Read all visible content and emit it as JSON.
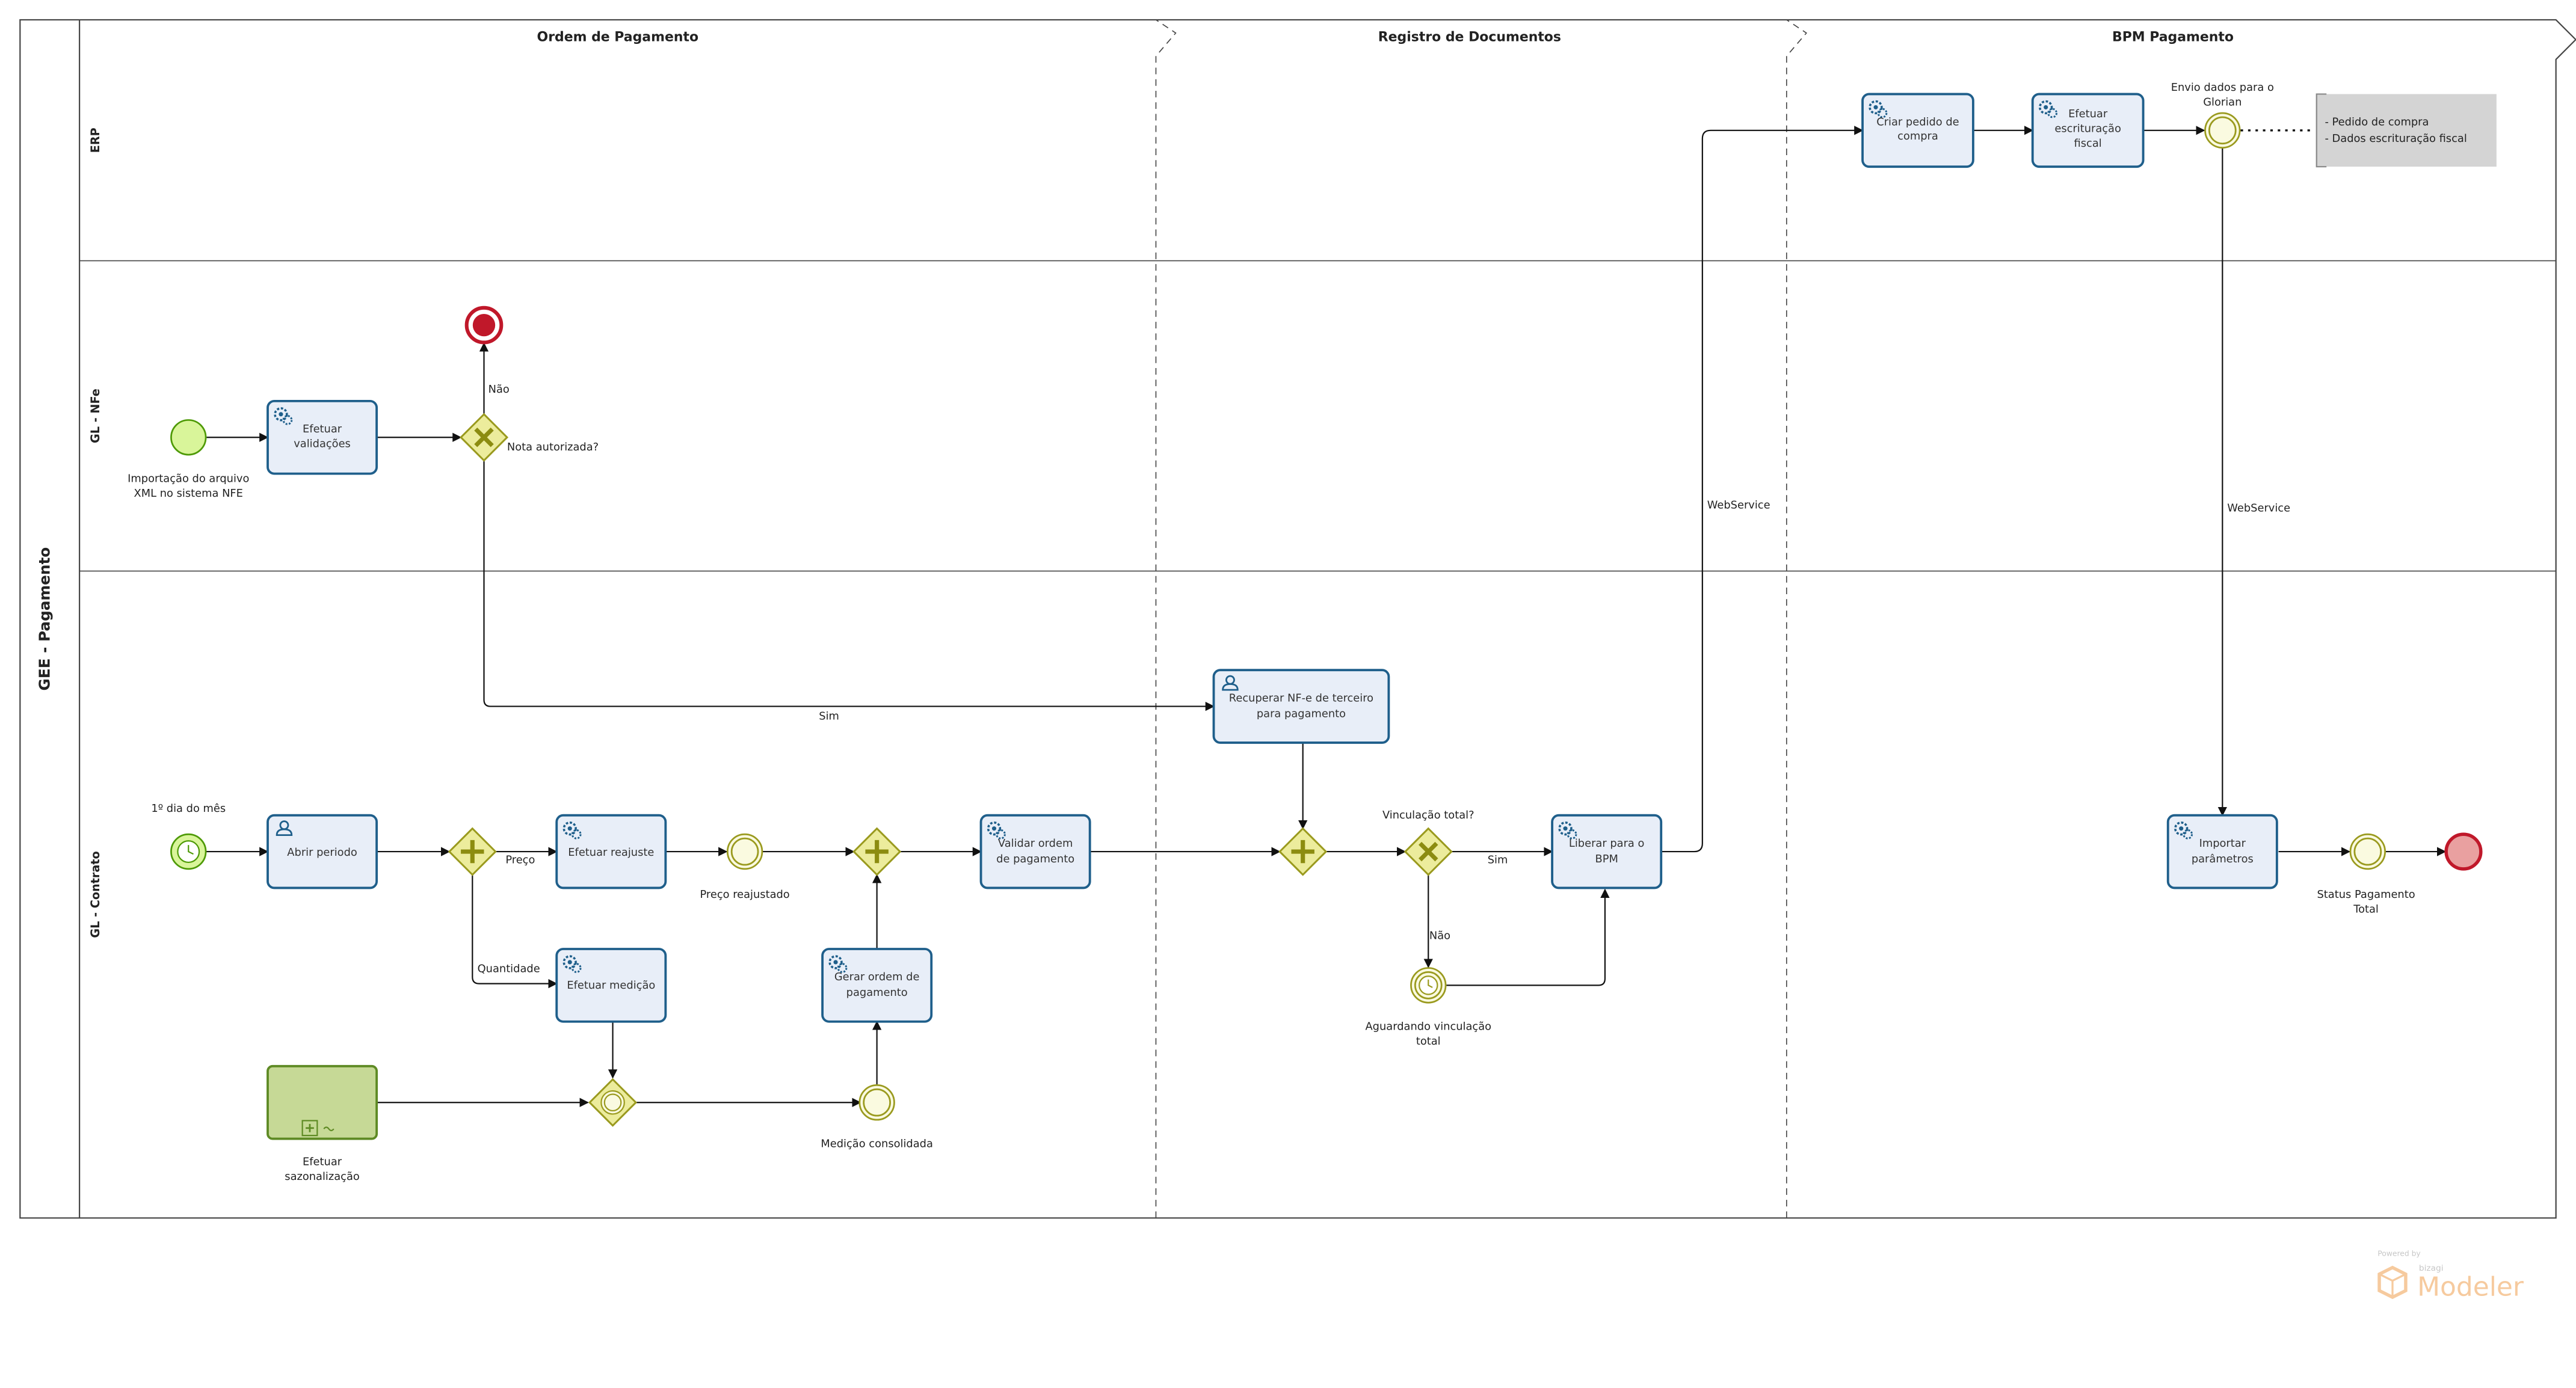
{
  "colors": {
    "task_fill": "#e8eef8",
    "task_stroke": "#1f5f8b",
    "gateway_fill": "#ecec9c",
    "gateway_stroke": "#9a9a1e",
    "gateway_mark": "#8c8c10",
    "start_fill": "#d9f59a",
    "start_stroke": "#4e9a06",
    "end_fill": "#e9a0a0",
    "end_stroke": "#c0182a",
    "terminate_fill": "#c0182a",
    "intermediate_fill": "#fafae0",
    "intermediate_stroke": "#9a9a1e",
    "subprocess_fill": "#c6d996",
    "subprocess_stroke": "#5e8a24",
    "artifact_fill": "#d4d4d4",
    "pool_stroke": "#444444"
  },
  "pool": {
    "name": "GEE - Pagamento"
  },
  "lanes": [
    "ERP",
    "GL - NFe",
    "GL - Contrato"
  ],
  "phases": [
    "Ordem de Pagamento",
    "Registro de Documentos",
    "BPM Pagamento"
  ],
  "tasks": {
    "t_criar": {
      "line1": "Criar pedido de",
      "line2": "compra",
      "line3": "",
      "icon": "gears-icon"
    },
    "t_escrit": {
      "line1": "Efetuar",
      "line2": "escrituração",
      "line3": "fiscal",
      "icon": "gears-icon"
    },
    "t_valid": {
      "line1": "Efetuar",
      "line2": "validações",
      "line3": "",
      "icon": "gears-icon"
    },
    "t_recup": {
      "line1": "Recuperar NF-e de terceiro",
      "line2": "para pagamento",
      "line3": "",
      "icon": "user-icon"
    },
    "t_abrir": {
      "line1": "Abrir periodo",
      "line2": "",
      "line3": "",
      "icon": "user-icon"
    },
    "t_reaj": {
      "line1": "Efetuar reajuste",
      "line2": "",
      "line3": "",
      "icon": "gears-icon"
    },
    "t_medic": {
      "line1": "Efetuar medição",
      "line2": "",
      "line3": "",
      "icon": "gears-icon"
    },
    "t_gerar": {
      "line1": "Gerar ordem de",
      "line2": "pagamento",
      "line3": "",
      "icon": "gears-icon"
    },
    "t_validord": {
      "line1": "Validar ordem",
      "line2": "de pagamento",
      "line3": "",
      "icon": "gears-icon"
    },
    "t_liberar": {
      "line1": "Liberar para o",
      "line2": "BPM",
      "line3": "",
      "icon": "gears-icon"
    },
    "t_import": {
      "line1": "Importar",
      "line2": "parâmetros",
      "line3": "",
      "icon": "gears-icon"
    }
  },
  "subprocess": {
    "line1": "Efetuar",
    "line2": "sazonalização"
  },
  "events": {
    "start_nfe": {
      "line1": "Importação do arquivo",
      "line2": "XML no sistema NFE"
    },
    "start_timer": {
      "line1": "1º dia do mês",
      "line2": ""
    },
    "end_terminate": {
      "line1": "",
      "line2": ""
    },
    "inter_envio": {
      "line1": "Envio dados para o",
      "line2": "Glorian"
    },
    "inter_preco": {
      "line1": "Preço reajustado",
      "line2": ""
    },
    "inter_medicao": {
      "line1": "Medição consolidada",
      "line2": ""
    },
    "timer_aguard": {
      "line1": "Aguardando vinculação",
      "line2": "total"
    },
    "inter_status": {
      "line1": "Status Pagamento",
      "line2": "Total"
    },
    "end_final": {
      "line1": "",
      "line2": ""
    }
  },
  "gateways": {
    "g_nota": {
      "label": "Nota autorizada?"
    },
    "g_vinc": {
      "label": "Vinculação total?"
    }
  },
  "flow_labels": {
    "nao_1": "Não",
    "sim_1": "Sim",
    "preco": "Preço",
    "quantidade": "Quantidade",
    "sim_2": "Sim",
    "nao_2": "Não",
    "webservice_1": "WebService",
    "webservice_2": "WebService"
  },
  "artifact": {
    "line1": "- Pedido de compra",
    "line2": "- Dados escrituração fiscal"
  },
  "watermark": {
    "powered": "Powered by",
    "brand": "bizagi",
    "product": "Modeler"
  }
}
